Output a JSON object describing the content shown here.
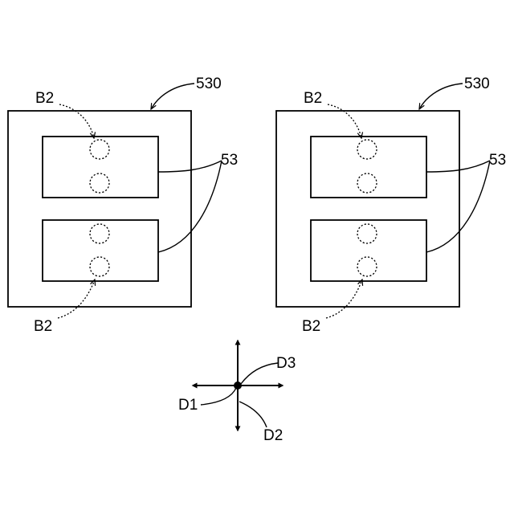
{
  "labels": {
    "ref_530": "530",
    "ref_53": "53",
    "ref_b2": "B2",
    "d1": "D1",
    "d2": "D2",
    "d3": "D3"
  }
}
